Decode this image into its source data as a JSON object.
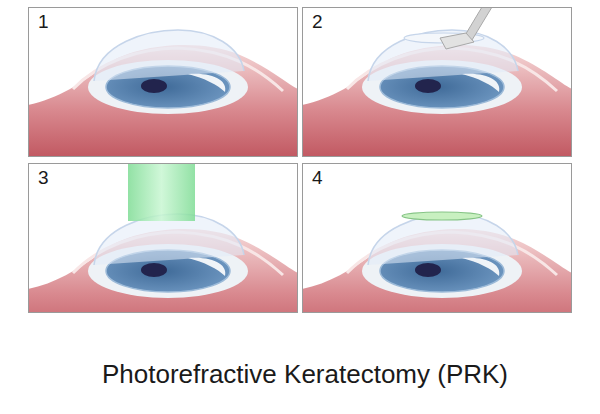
{
  "diagram": {
    "caption": "Photorefractive Keratectomy (PRK)",
    "nodes": [
      {
        "text": [
          "1"
        ]
      },
      {
        "text": [
          "2"
        ]
      },
      {
        "text": [
          "3"
        ]
      },
      {
        "text": [
          "4"
        ]
      }
    ]
  }
}
